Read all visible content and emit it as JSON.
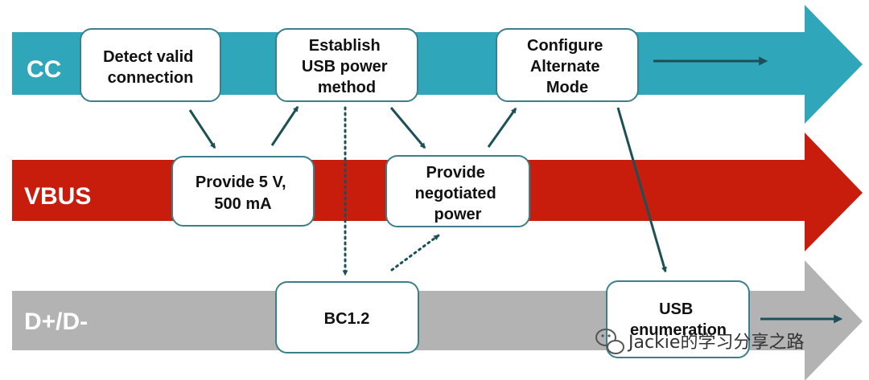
{
  "colors": {
    "cc": "#2fa6b9",
    "vbus": "#c81d0d",
    "dp": "#b3b3b3",
    "box_stroke": "#3c7f8c",
    "arrow": "#1c5058"
  },
  "lanes": {
    "cc": "CC",
    "vbus": "VBUS",
    "dp": "D+/D-"
  },
  "nodes": {
    "detect": [
      "Detect valid",
      "connection"
    ],
    "establish": [
      "Establish",
      "USB power",
      "method"
    ],
    "configure": [
      "Configure",
      "Alternate",
      "Mode"
    ],
    "provide5v": [
      "Provide 5 V,",
      "500 mA"
    ],
    "negotiated": [
      "Provide",
      "negotiated",
      "power"
    ],
    "bc12": [
      "BC1.2"
    ],
    "usbenum": [
      "USB",
      "enumeration"
    ]
  },
  "watermark": {
    "text": "Jackie的学习分享之路",
    "icon": "wechat-icon"
  }
}
